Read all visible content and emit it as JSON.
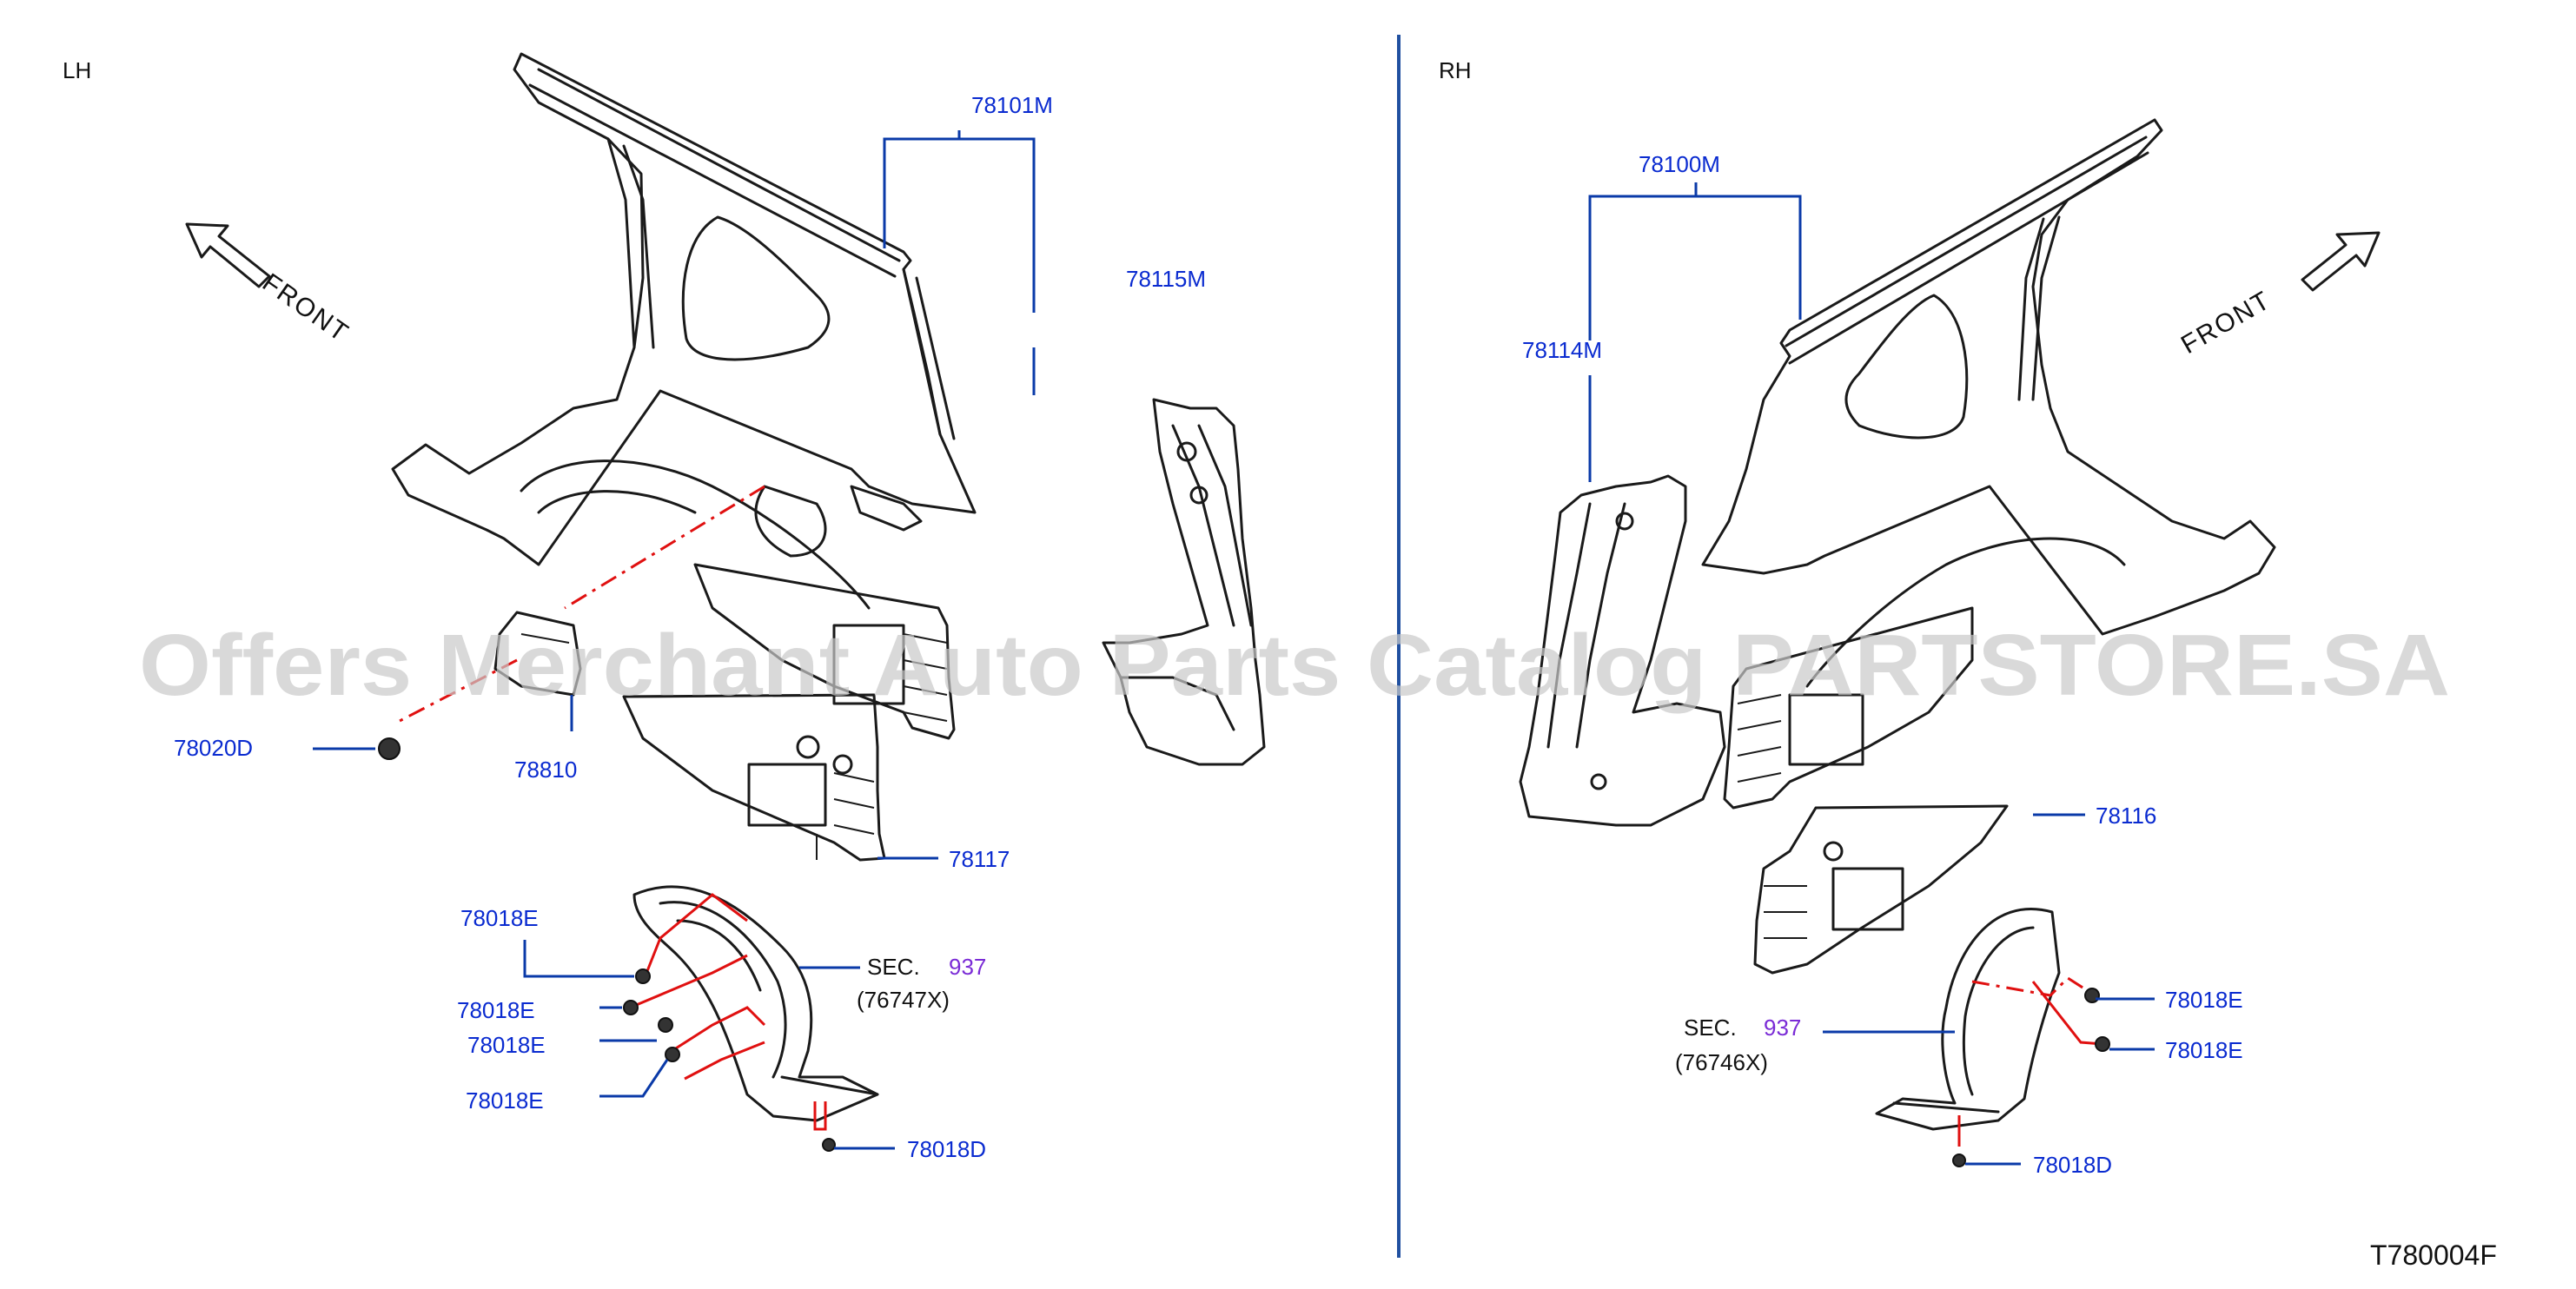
{
  "diagram": {
    "sides": {
      "left": "LH",
      "right": "RH"
    },
    "front_labels": {
      "left": "FRONT",
      "right": "FRONT"
    },
    "watermark": "Offers Merchant Auto Parts Catalog PARTSTORE.SA",
    "drawing_code": "T780004F",
    "left_parts": {
      "p78101M": "78101M",
      "p78115M": "78115M",
      "p78020D": "78020D",
      "p78810": "78810",
      "p78117": "78117",
      "p78018E_1": "78018E",
      "p78018E_2": "78018E",
      "p78018E_3": "78018E",
      "p78018E_4": "78018E",
      "p78018D": "78018D",
      "sec_label": "SEC.",
      "sec_num": "937",
      "sec_sub": "(76747X)"
    },
    "right_parts": {
      "p78100M": "78100M",
      "p78114M": "78114M",
      "p78116": "78116",
      "p78018E_1": "78018E",
      "p78018E_2": "78018E",
      "p78018D": "78018D",
      "sec_label": "SEC.",
      "sec_num": "937",
      "sec_sub": "(76746X)"
    },
    "colors": {
      "label_blue": "#0a2bd0",
      "leader_blue": "#0a3aa8",
      "section_purple": "#7a2bd6",
      "dash_red": "#e01010",
      "divider_blue": "#2050a0"
    }
  }
}
